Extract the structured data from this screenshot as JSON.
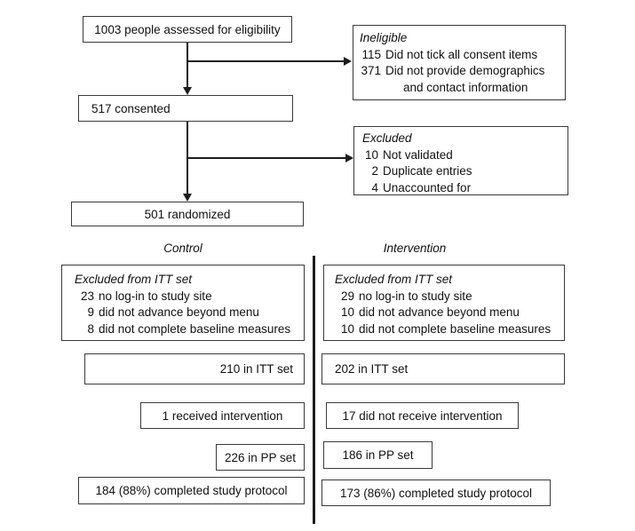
{
  "figure": {
    "top_flow": {
      "assessed": "1003 people assessed for eligibility",
      "consented": "517 consented",
      "randomized": "501 randomized",
      "ineligible": {
        "title": "Ineligible",
        "lines": [
          {
            "num": "115",
            "text": "Did not tick all consent items"
          },
          {
            "num": "371",
            "text": "Did not provide demographics"
          },
          {
            "num": "",
            "text": "and contact information"
          }
        ]
      },
      "excluded": {
        "title": "Excluded",
        "lines": [
          {
            "num": "10",
            "text": "Not validated"
          },
          {
            "num": "2",
            "text": "Duplicate entries"
          },
          {
            "num": "4",
            "text": "Unaccounted for"
          }
        ]
      }
    },
    "arms": {
      "control": {
        "label": "Control",
        "excluded_itt": {
          "title": "Excluded from ITT set",
          "lines": [
            {
              "num": "23",
              "text": "no log-in to study site"
            },
            {
              "num": "9",
              "text": "did not advance beyond menu"
            },
            {
              "num": "8",
              "text": "did not complete baseline measures"
            }
          ]
        },
        "itt_set": "210 in ITT set",
        "intervention_receipt": "1 received intervention",
        "pp_set": "226 in PP set",
        "completed": "184 (88%) completed study protocol"
      },
      "intervention": {
        "label": "Intervention",
        "excluded_itt": {
          "title": "Excluded from ITT set",
          "lines": [
            {
              "num": "29",
              "text": "no log-in to study site"
            },
            {
              "num": "10",
              "text": "did not advance beyond menu"
            },
            {
              "num": "10",
              "text": "did not complete baseline measures"
            }
          ]
        },
        "itt_set": "202 in ITT set",
        "intervention_receipt": "17 did not receive intervention",
        "pp_set": "186 in PP set",
        "completed": "173 (86%) completed study protocol"
      }
    },
    "colors": {
      "box_border": "#3a3a3a",
      "connector": "#1c1c1c",
      "text": "#111111",
      "background": "#ffffff"
    }
  }
}
